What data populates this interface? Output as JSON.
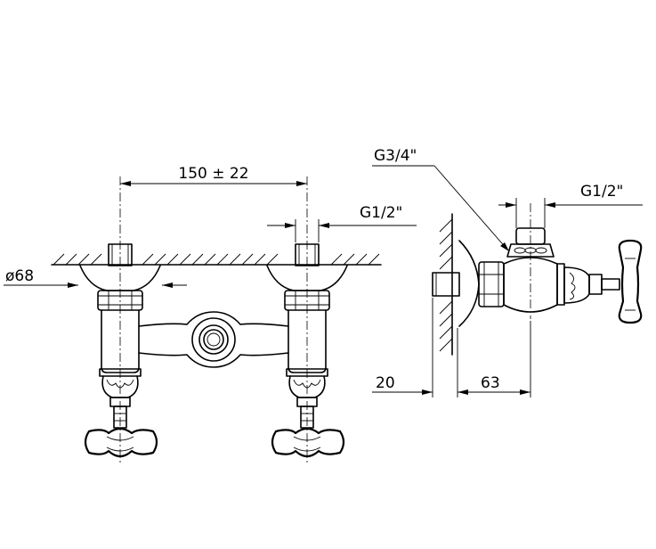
{
  "dimensions": {
    "spacing": "150 ± 22",
    "outlet_thread": "G1/2\"",
    "inlet_thread": "G3/4\"",
    "side_thread": "G1/2\"",
    "rosette_diameter": "ø68",
    "wall_depth": "20",
    "projection": "63"
  }
}
